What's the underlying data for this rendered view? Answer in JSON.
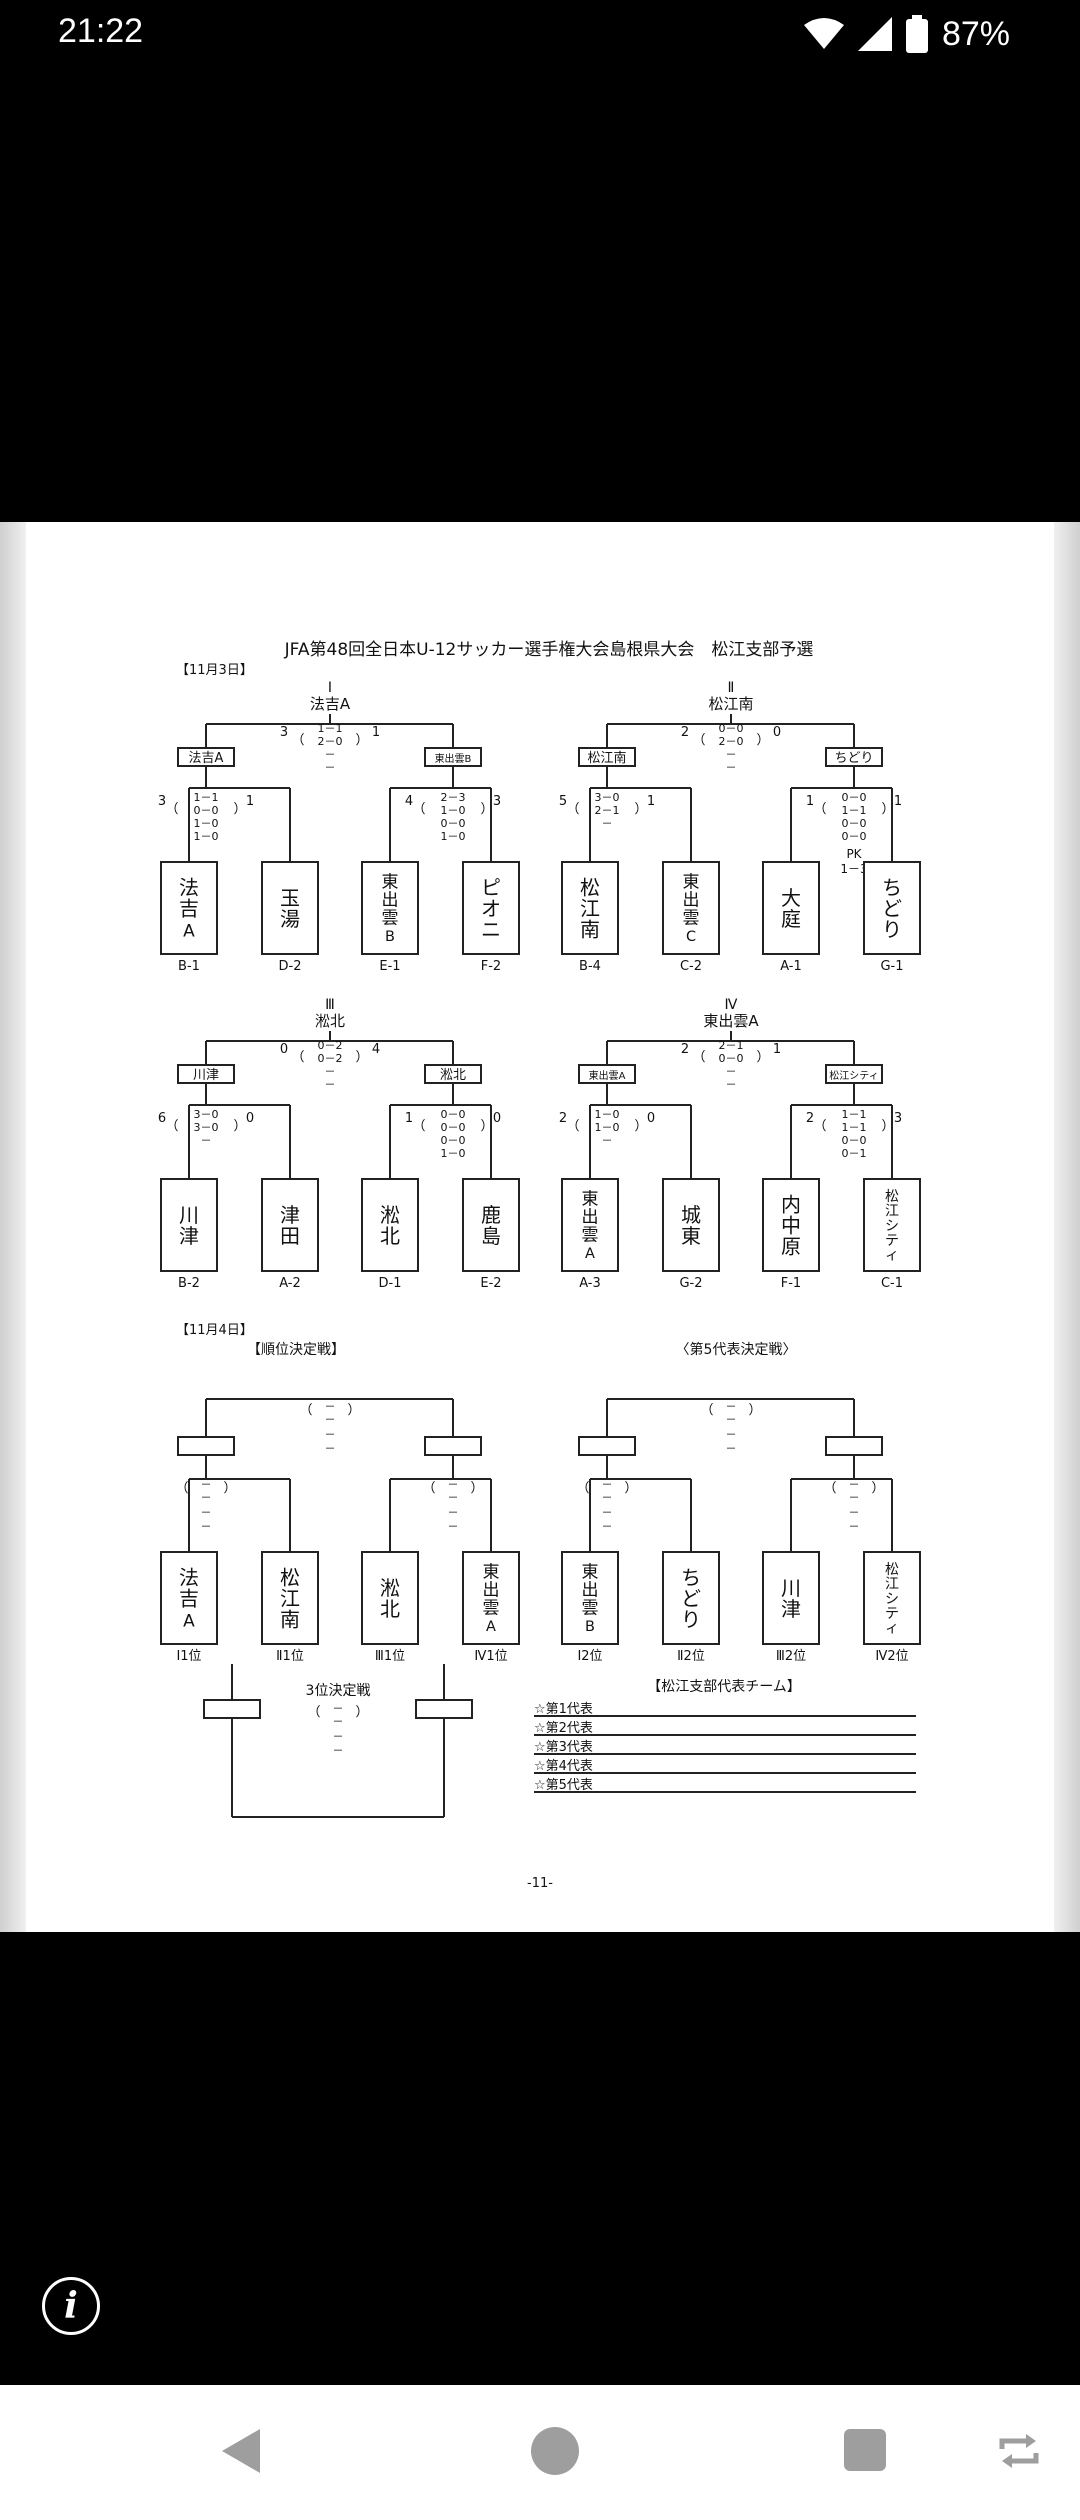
{
  "status_bar": {
    "time": "21:22",
    "battery": "87%"
  },
  "document": {
    "title": "JFA第48回全日本U-12サッカー選手権大会島根県大会　松江支部予選",
    "day1_label": "【11月3日】",
    "day2_label": "【11月4日】",
    "placement_heading": "【順位決定戦】",
    "fifth_heading": "〈第5代表決定戦〉",
    "third_place_label": "3位決定戦",
    "reps_heading": "【松江支部代表チーム】",
    "reps_lines": [
      "☆第1代表",
      "☆第2代表",
      "☆第3代表",
      "☆第4代表",
      "☆第5代表"
    ],
    "page_number": "-11-",
    "blocks": [
      {
        "numeral": "Ⅰ",
        "winner": "法吉A",
        "final": {
          "left": "3",
          "h1": "1－1",
          "h2": "2－0",
          "right": "1",
          "extra": [
            "－",
            "－"
          ]
        },
        "semi_left": {
          "name": "法吉A",
          "left": "3",
          "rows": [
            "1－1",
            "0－0",
            "1－0",
            "1－0"
          ],
          "right": "1"
        },
        "semi_right": {
          "name": "東出雲B",
          "left": "4",
          "rows": [
            "2－3",
            "1－0",
            "0－0",
            "1－0"
          ],
          "right": "3"
        },
        "teams": [
          {
            "name": "法吉A",
            "code": "B-1"
          },
          {
            "name": "玉湯",
            "code": "D-2"
          },
          {
            "name": "東出雲B",
            "code": "E-1"
          },
          {
            "name": "ピオニ",
            "code": "F-2"
          }
        ]
      },
      {
        "numeral": "Ⅱ",
        "winner": "松江南",
        "final": {
          "left": "2",
          "h1": "0－0",
          "h2": "2－0",
          "right": "0",
          "extra": [
            "－",
            "－"
          ]
        },
        "semi_left": {
          "name": "松江南",
          "left": "5",
          "rows": [
            "3－0",
            "2－1",
            "－",
            ""
          ],
          "right": "1"
        },
        "semi_right": {
          "name": "ちどり",
          "left": "1",
          "rows": [
            "0－0",
            "1－1",
            "0－0",
            "0－0"
          ],
          "right": "1",
          "pk": "PK",
          "pk_score": "1－3"
        },
        "teams": [
          {
            "name": "松江南",
            "code": "B-4"
          },
          {
            "name": "東出雲C",
            "code": "C-2"
          },
          {
            "name": "大庭",
            "code": "A-1"
          },
          {
            "name": "ちどり",
            "code": "G-1"
          }
        ]
      },
      {
        "numeral": "Ⅲ",
        "winner": "淞北",
        "final": {
          "left": "0",
          "h1": "0－2",
          "h2": "0－2",
          "right": "4",
          "extra": [
            "－",
            "－"
          ]
        },
        "semi_left": {
          "name": "川津",
          "left": "6",
          "rows": [
            "3－0",
            "3－0",
            "－",
            ""
          ],
          "right": "0"
        },
        "semi_right": {
          "name": "淞北",
          "left": "1",
          "rows": [
            "0－0",
            "0－0",
            "0－0",
            "1－0"
          ],
          "right": "0"
        },
        "teams": [
          {
            "name": "川津",
            "code": "B-2"
          },
          {
            "name": "津田",
            "code": "A-2"
          },
          {
            "name": "淞北",
            "code": "D-1"
          },
          {
            "name": "鹿島",
            "code": "E-2"
          }
        ]
      },
      {
        "numeral": "Ⅳ",
        "winner": "東出雲A",
        "final": {
          "left": "2",
          "h1": "2－1",
          "h2": "0－0",
          "right": "1",
          "extra": [
            "－",
            "－"
          ]
        },
        "semi_left": {
          "name": "東出雲A",
          "left": "2",
          "rows": [
            "1－0",
            "1－0",
            "－",
            ""
          ],
          "right": "0"
        },
        "semi_right": {
          "name": "松江シティ",
          "left": "2",
          "rows": [
            "1－1",
            "1－1",
            "0－0",
            "0－1"
          ],
          "right": "3"
        },
        "teams": [
          {
            "name": "東出雲A",
            "code": "A-3"
          },
          {
            "name": "城東",
            "code": "G-2"
          },
          {
            "name": "内中原",
            "code": "F-1"
          },
          {
            "name": "松江シティ",
            "code": "C-1"
          }
        ]
      }
    ],
    "day2_teams": [
      {
        "name": "法吉A",
        "rank": "Ⅰ1位"
      },
      {
        "name": "松江南",
        "rank": "Ⅱ1位"
      },
      {
        "name": "淞北",
        "rank": "Ⅲ1位"
      },
      {
        "name": "東出雲A",
        "rank": "Ⅳ1位"
      },
      {
        "name": "東出雲B",
        "rank": "Ⅰ2位"
      },
      {
        "name": "ちどり",
        "rank": "Ⅱ2位"
      },
      {
        "name": "川津",
        "rank": "Ⅲ2位"
      },
      {
        "name": "松江シティ",
        "rank": "Ⅳ2位"
      }
    ],
    "empty_score": {
      "open": "（",
      "dash": "－",
      "close": "）"
    }
  }
}
